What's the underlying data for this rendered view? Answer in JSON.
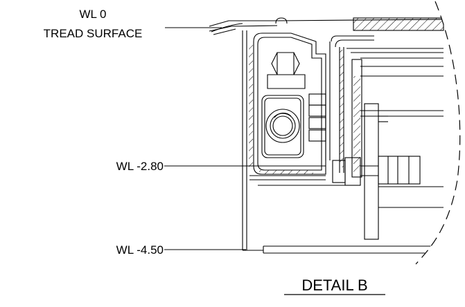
{
  "labels": {
    "wl_0_line1": "WL 0",
    "wl_0_line2": "TREAD SURFACE",
    "wl_280": "WL -2.80",
    "wl_450": "WL -4.50"
  },
  "title": "DETAIL B",
  "colors": {
    "ink": "#000000",
    "paper": "#ffffff"
  }
}
